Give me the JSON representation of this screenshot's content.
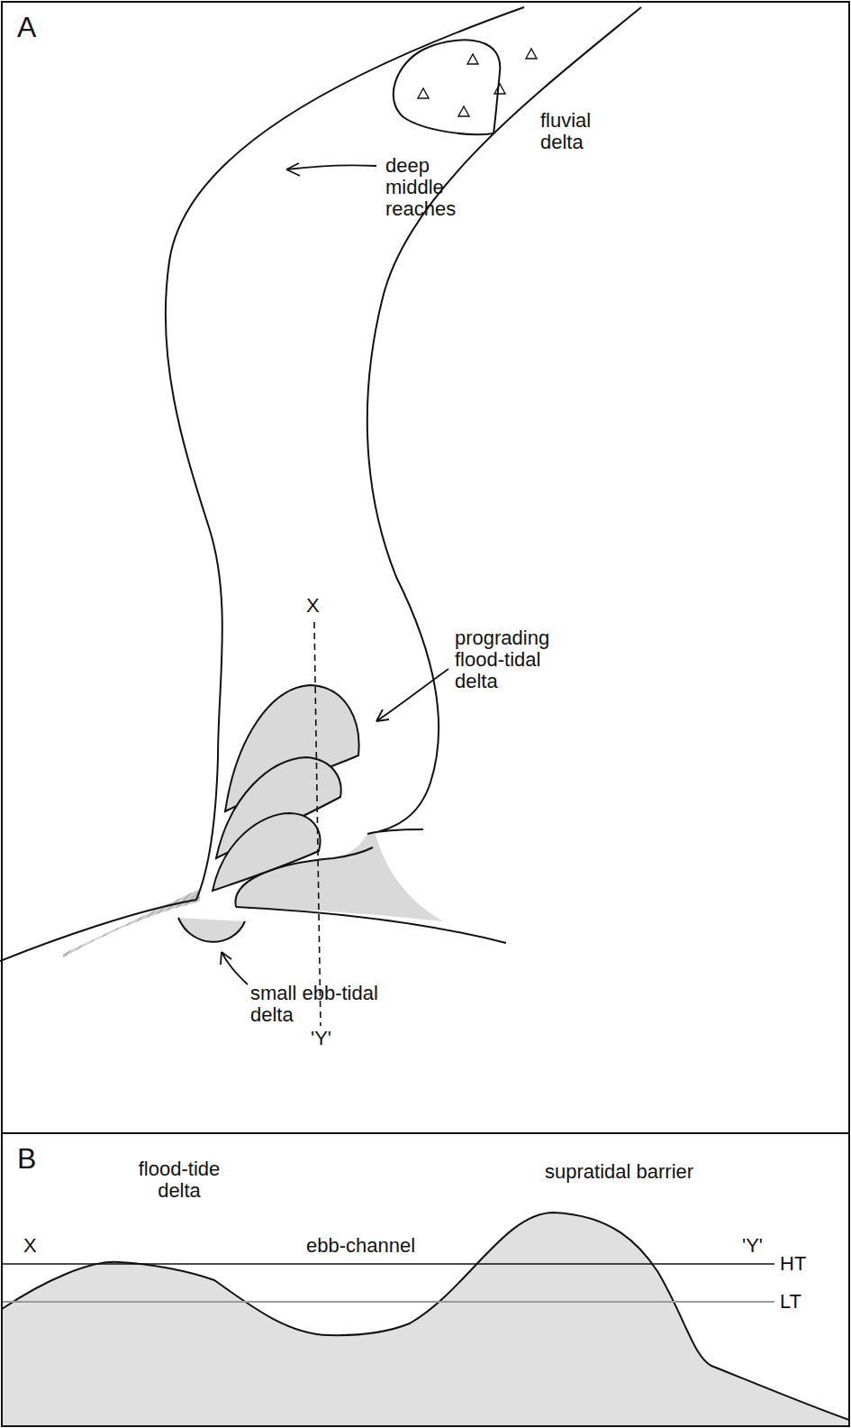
{
  "diagram": {
    "nodes": [
      {
        "text": [
          "A"
        ]
      },
      {
        "text": [
          "B"
        ]
      }
    ],
    "labels": [
      "fluvial delta",
      "deep middle reaches",
      "X",
      "prograding flood-tidal delta",
      "'Y'",
      "small ebb-tidal delta",
      "flood-tide delta",
      "supratidal barrier",
      "X",
      "ebb-channel",
      "'Y'",
      "HT",
      "LT"
    ]
  }
}
